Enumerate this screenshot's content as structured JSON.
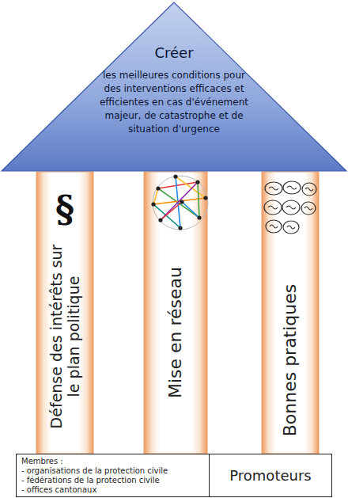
{
  "diagram": {
    "nodes": [
      {
        "text": [
          "Créer",
          "les meilleures conditions pour des interventions efficaces et efficientes en cas d'événement majeur, de catastrophe et de situation d'urgence"
        ]
      },
      {
        "text": [
          "§",
          "Défense des intérêts sur le plan politique"
        ]
      },
      {
        "text": [
          "Mise en réseau"
        ]
      },
      {
        "text": [
          "Bonnes pratiques"
        ]
      },
      {
        "text": [
          "Membres :",
          "- organisations de la protection civile",
          "- fédérations de la protection civile",
          "- offices cantonaux"
        ]
      },
      {
        "text": [
          "Promoteurs"
        ]
      }
    ]
  }
}
